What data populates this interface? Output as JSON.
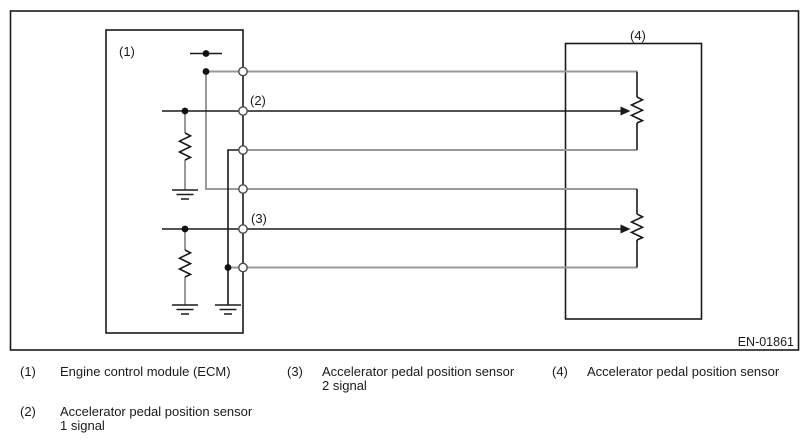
{
  "diagram": {
    "ref_code": "EN-01861",
    "callouts": {
      "c1": "(1)",
      "c2": "(2)",
      "c3": "(3)",
      "c4": "(4)"
    },
    "colors": {
      "wire_gray": "#999999",
      "line_black": "#1a1a1a"
    }
  },
  "legend": {
    "items": [
      {
        "num": "(1)",
        "line1": "Engine control module (ECM)",
        "line2": ""
      },
      {
        "num": "(2)",
        "line1": "Accelerator pedal position sensor",
        "line2": "1 signal"
      },
      {
        "num": "(3)",
        "line1": "Accelerator pedal position sensor",
        "line2": "2 signal"
      },
      {
        "num": "(4)",
        "line1": "Accelerator pedal position sensor",
        "line2": ""
      }
    ]
  }
}
